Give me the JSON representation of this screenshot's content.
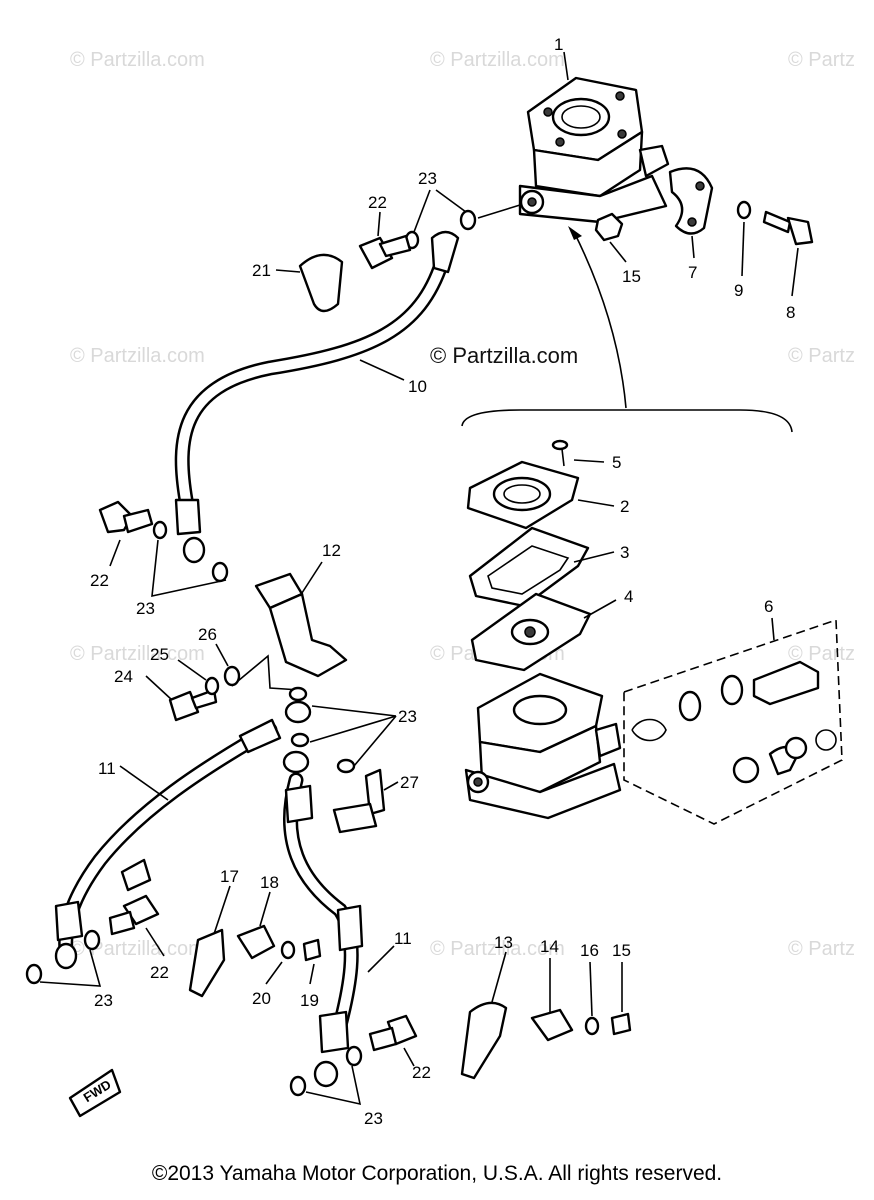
{
  "watermarks": {
    "main": "© Partzilla.com",
    "tile": "© Partzilla.com",
    "edge": "© Partz"
  },
  "callouts": {
    "p1": "1",
    "p2": "2",
    "p3": "3",
    "p4": "4",
    "p5": "5",
    "p6": "6",
    "p7": "7",
    "p8": "8",
    "p9": "9",
    "p10": "10",
    "p11": "11",
    "p12": "12",
    "p13": "13",
    "p14": "14",
    "p15": "15",
    "p16": "16",
    "p17": "17",
    "p18": "18",
    "p19": "19",
    "p20": "20",
    "p21": "21",
    "p22": "22",
    "p23": "23",
    "p24": "24",
    "p25": "25",
    "p26": "26",
    "p27": "27"
  },
  "fwd_label": "FWD",
  "copyright": "©2013  Yamaha Motor Corporation, U.S.A. All rights reserved."
}
